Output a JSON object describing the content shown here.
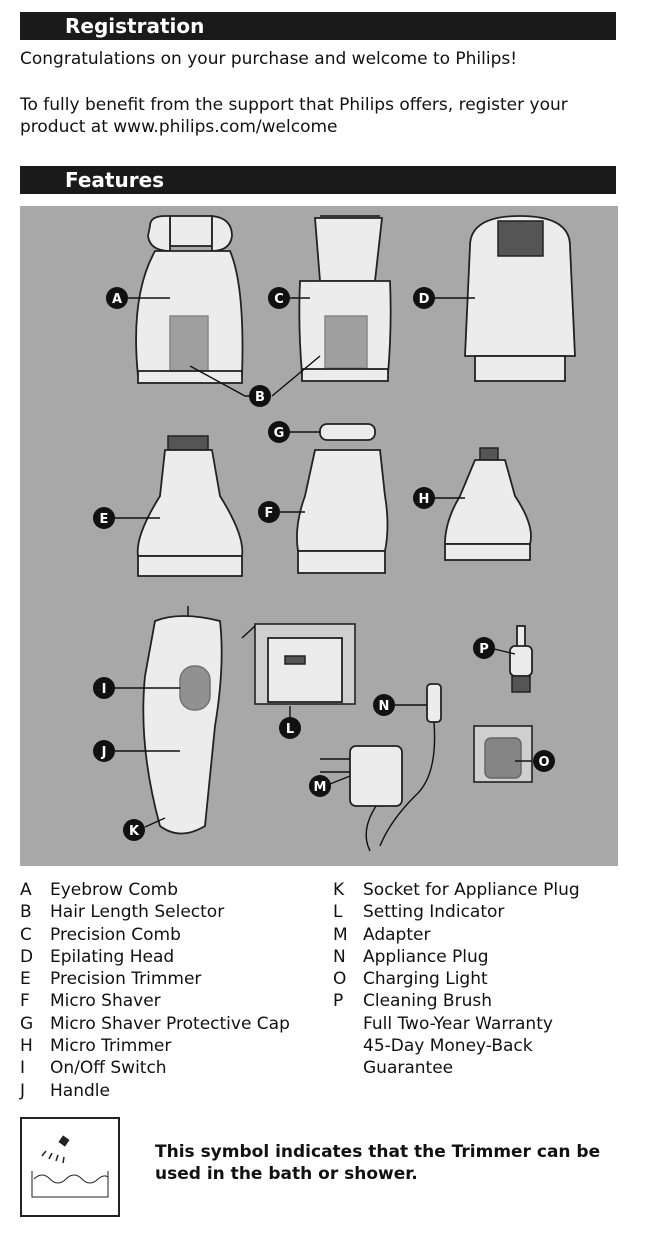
{
  "registration": {
    "heading": "Registration",
    "congrats": "Congratulations on your purchase and welcome to Philips!",
    "support_line1": "To fully benefit from the support that Philips offers, register your",
    "support_line2": "product at www.philips.com/welcome"
  },
  "features": {
    "heading": "Features",
    "figure_letters": [
      "A",
      "B",
      "C",
      "D",
      "E",
      "F",
      "G",
      "H",
      "I",
      "J",
      "K",
      "L",
      "M",
      "N",
      "O",
      "P"
    ],
    "left_list": [
      {
        "key": "A",
        "label": "Eyebrow Comb"
      },
      {
        "key": "B",
        "label": "Hair Length Selector"
      },
      {
        "key": "C",
        "label": "Precision Comb"
      },
      {
        "key": "D",
        "label": "Epilating Head"
      },
      {
        "key": "E",
        "label": "Precision Trimmer"
      },
      {
        "key": "F",
        "label": "Micro Shaver"
      },
      {
        "key": "G",
        "label": "Micro Shaver Protective Cap"
      },
      {
        "key": "H",
        "label": "Micro Trimmer"
      },
      {
        "key": "I",
        "label": "On/Off Switch"
      },
      {
        "key": "J",
        "label": "Handle"
      }
    ],
    "right_list": [
      {
        "key": "K",
        "label": "Socket for Appliance Plug"
      },
      {
        "key": "L",
        "label": "Setting Indicator"
      },
      {
        "key": "M",
        "label": "Adapter"
      },
      {
        "key": "N",
        "label": "Appliance Plug"
      },
      {
        "key": "O",
        "label": "Charging Light"
      },
      {
        "key": "P",
        "label": "Cleaning Brush"
      },
      {
        "key": "",
        "label": "Full Two-Year Warranty"
      },
      {
        "key": "",
        "label": "45-Day Money-Back"
      },
      {
        "key": "",
        "label": "Guarantee"
      }
    ]
  },
  "bath_note": {
    "icon": "shower-bath-icon",
    "line1": "This symbol indicates that the Trimmer can be",
    "line2": "used in the bath or shower."
  }
}
